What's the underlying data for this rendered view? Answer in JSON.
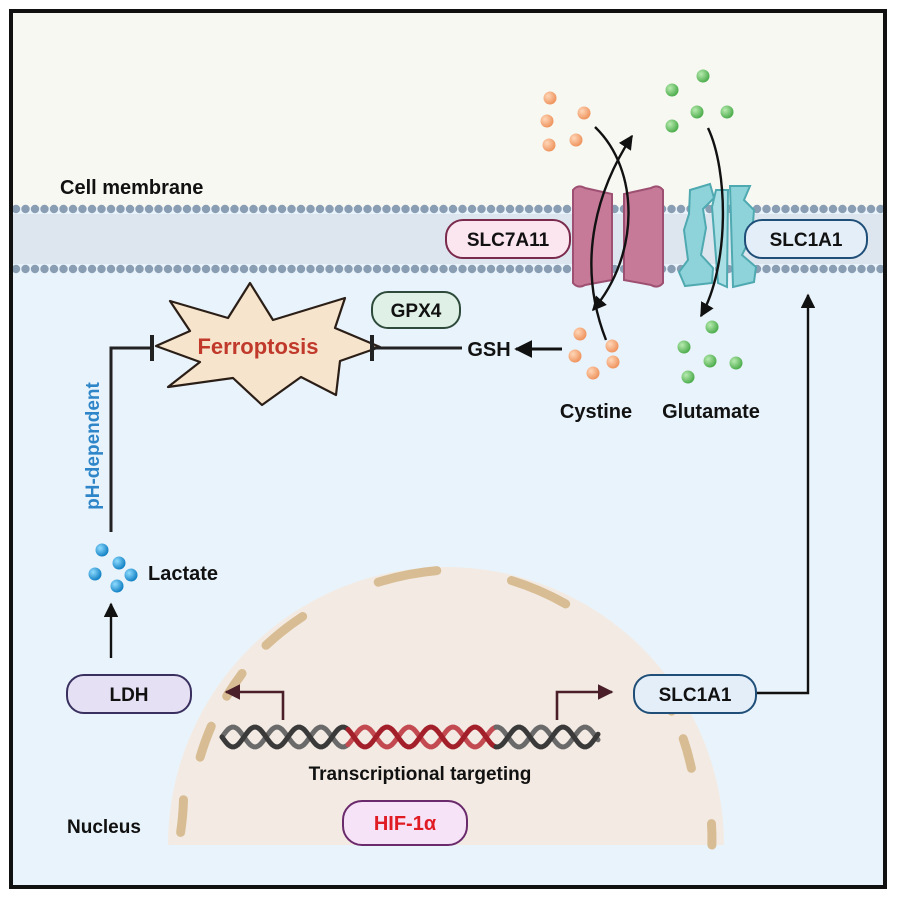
{
  "labels": {
    "cell_membrane": "Cell membrane",
    "ferroptosis": "Ferroptosis",
    "gpx4": "GPX4",
    "gsh": "GSH",
    "slc7a11": "SLC7A11",
    "slc1a1_membrane": "SLC1A1",
    "cystine": "Cystine",
    "glutamate": "Glutamate",
    "ph_dependent": "pH-dependent",
    "lactate": "Lactate",
    "ldh": "LDH",
    "slc1a1_nuclear": "SLC1A1",
    "transcriptional_targeting": "Transcriptional targeting",
    "nucleus": "Nucleus",
    "hif1a": "HIF-1α"
  },
  "colors": {
    "extracellular": "#f7f8f2",
    "cytoplasm": "#e9f3fb",
    "nucleus": "#f3ebe3",
    "envelope": "#d8bd94",
    "ferroptosis_text": "#c0392b",
    "ph_text": "#2e86c9",
    "hif_text": "#e01b24",
    "cystine_dot": "#f0a070",
    "glutamate_dot": "#5fb85f",
    "lactate_dot": "#1f9fd8",
    "slc7a11_fill": "#c77a98",
    "slc1a1_transporter_fill": "#8fd3da"
  }
}
